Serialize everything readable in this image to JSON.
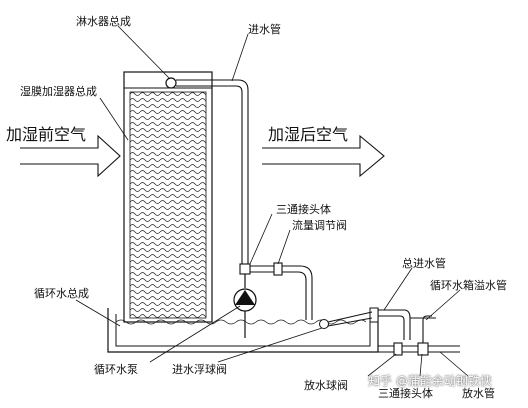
{
  "labels": {
    "sprinkler": "淋水器总成",
    "inlet_pipe": "进水管",
    "humidifier": "湿膜加湿器总成",
    "air_before": "加湿前空气",
    "air_after": "加湿后空气",
    "tee_upper": "三通接头体",
    "flow_valve": "流量调节阀",
    "main_inlet": "总进水管",
    "overflow": "循环水箱溢水管",
    "circ_assembly": "循环水总成",
    "pump": "循环水泵",
    "float_valve": "进水浮球阀",
    "drain_ball_valve": "放水球阀",
    "tee_lower": "三通接头体",
    "drain_pipe": "放水管"
  },
  "watermark": "知乎 @蒲能余动钢铁侠",
  "colors": {
    "line": "#111111",
    "background": "#ffffff"
  }
}
